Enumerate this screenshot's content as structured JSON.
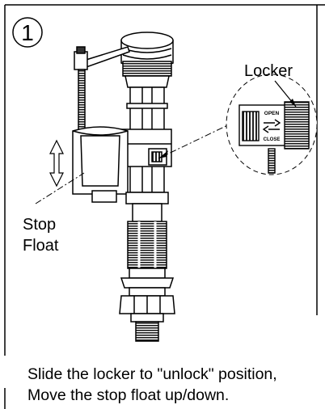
{
  "step": {
    "number": "1"
  },
  "labels": {
    "locker": "Locker",
    "stop_float_line1": "Stop",
    "stop_float_line2": "Float",
    "locker_open": "OPEN",
    "locker_close": "CLOSE"
  },
  "instructions": {
    "line1": "Slide the locker to \"unlock\" position,",
    "line2": "Move the stop float up/down."
  }
}
